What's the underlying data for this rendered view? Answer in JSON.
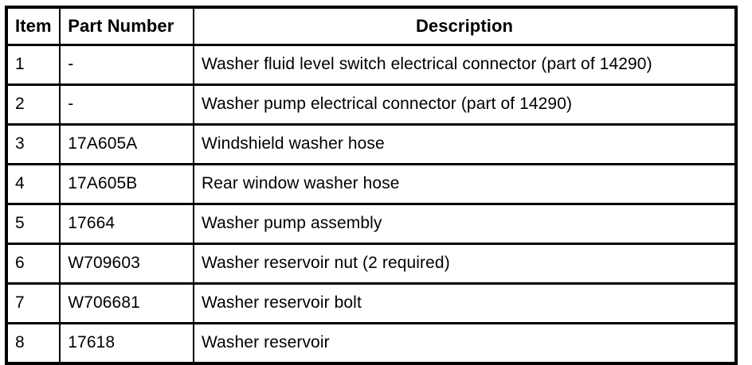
{
  "table": {
    "columns": [
      {
        "key": "item",
        "label": "Item",
        "align": "left"
      },
      {
        "key": "part_number",
        "label": "Part Number",
        "align": "left"
      },
      {
        "key": "description",
        "label": "Description",
        "align": "center"
      }
    ],
    "rows": [
      {
        "item": "1",
        "part_number": "-",
        "description": "Washer fluid level switch electrical connector (part of 14290)"
      },
      {
        "item": "2",
        "part_number": "-",
        "description": "Washer pump electrical connector (part of 14290)"
      },
      {
        "item": "3",
        "part_number": "17A605A",
        "description": "Windshield washer hose"
      },
      {
        "item": "4",
        "part_number": "17A605B",
        "description": "Rear window washer hose"
      },
      {
        "item": "5",
        "part_number": "17664",
        "description": "Washer pump assembly"
      },
      {
        "item": "6",
        "part_number": "W709603",
        "description": "Washer reservoir nut (2 required)"
      },
      {
        "item": "7",
        "part_number": "W706681",
        "description": "Washer reservoir bolt"
      },
      {
        "item": "8",
        "part_number": "17618",
        "description": "Washer reservoir"
      }
    ]
  },
  "colors": {
    "border": "#000000",
    "background": "#ffffff",
    "text": "#000000"
  }
}
